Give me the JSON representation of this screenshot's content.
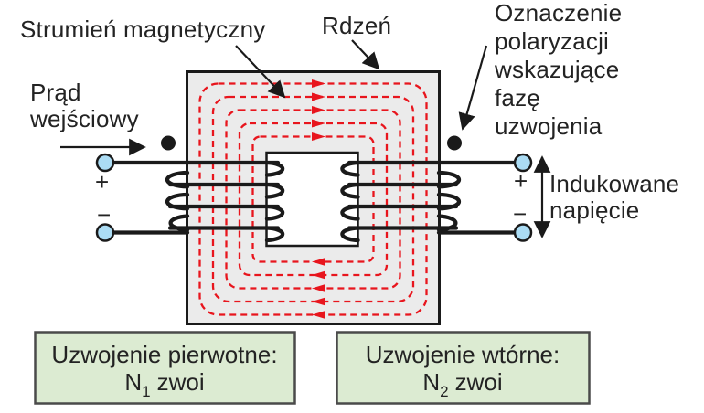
{
  "diagram": {
    "type": "transformer-schematic",
    "colors": {
      "flux_red": "#e8151d",
      "core_fill": "#ebebeb",
      "outline": "#1a1a1a",
      "terminal_blue": "#abdcf4",
      "box_green": "#dcebd2",
      "box_border": "#4a4a4a",
      "text": "#232323"
    }
  },
  "labels": {
    "flux": "Strumień magnetyczny",
    "core": "Rdzeń",
    "input_current": {
      "lines": [
        "Prąd",
        "wejściowy"
      ]
    },
    "polarity": {
      "lines": [
        "Oznaczenie",
        "polaryzacji",
        "wskazujące",
        "fazę",
        "uzwojenia"
      ]
    },
    "induced": {
      "lines": [
        "Indukowane",
        "napięcie"
      ]
    },
    "plus": "+",
    "minus": "−"
  },
  "boxes": {
    "primary": {
      "title": "Uzwojenie pierwotne:",
      "symbol": "N",
      "subscript": "1",
      "suffix": "zwoi"
    },
    "secondary": {
      "title": "Uzwojenie wtórne:",
      "symbol": "N",
      "subscript": "2",
      "suffix": "zwoi"
    }
  }
}
